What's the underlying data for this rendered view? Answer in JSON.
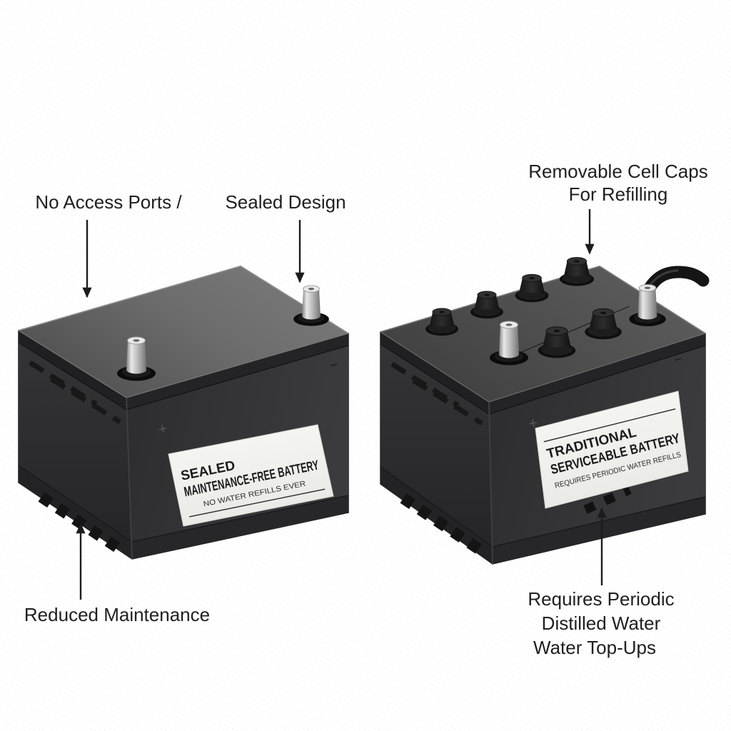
{
  "sealed_battery": {
    "callout_no_access_ports": "No Access Ports /",
    "callout_sealed_design": "Sealed Design",
    "callout_reduced_maintenance": "Reduced Maintenance",
    "label": {
      "title_line1": "SEALED",
      "title_line2": "MAINTENANCE-FREE BATTERY",
      "subtitle": "NO WATER REFILLS EVER"
    },
    "plus_mark": "+",
    "minus_mark": "−"
  },
  "serviceable_battery": {
    "callout_removable_caps": [
      "Removable Cell Caps",
      "For Refilling"
    ],
    "callout_water_topups": [
      "Requires Periodic",
      "Distilled Water",
      "Water Top-Ups"
    ],
    "label": {
      "title_line1": "TRADITIONAL",
      "title_line2": "SERVICEABLE BATTERY",
      "subtitle": "REQUIRES PERIODIC WATER REFILLS"
    },
    "plus_mark": "+",
    "minus_mark": "−"
  },
  "colors": {
    "ink": "#1f1f1f",
    "label_background": "#f4f4f1",
    "battery_body": "#2e2e30",
    "background": "#ffffff"
  }
}
